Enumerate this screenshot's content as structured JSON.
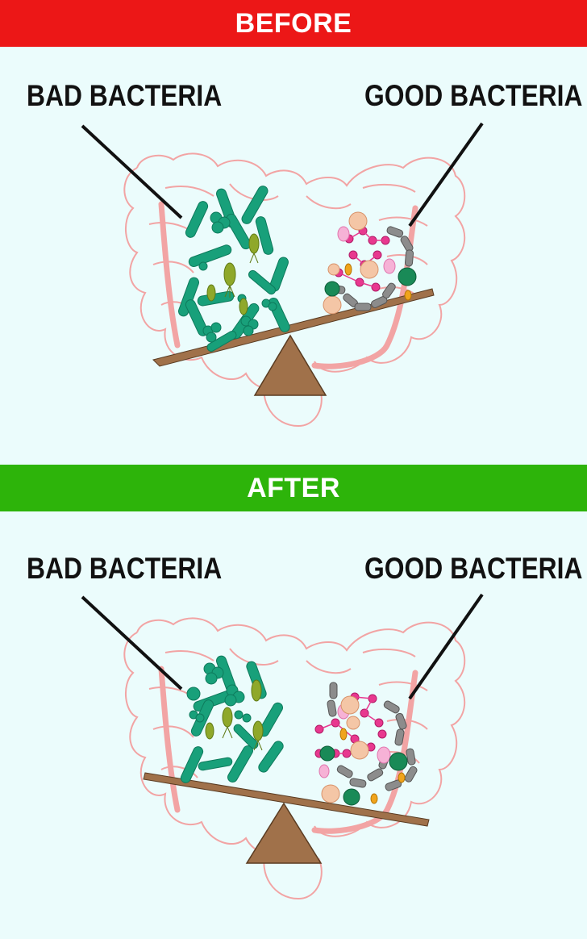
{
  "colors": {
    "before_banner": "#ec1717",
    "after_banner": "#2db40a",
    "panel_background": "#ebfcfc",
    "intestine_outline": "#f2a4a4",
    "scale_wood": "#a0714a",
    "bad_bacteria": "#18a07a",
    "good_bacteria_pink": "#e8388f",
    "good_bacteria_gray": "#8c8c8c"
  },
  "before": {
    "banner_title": "BEFORE",
    "bad_label": "BAD BACTERIA",
    "good_label": "GOOD BACTERIA"
  },
  "after": {
    "banner_title": "AFTER",
    "bad_label": "BAD BACTERIA",
    "good_label": "GOOD BACTERIA"
  }
}
